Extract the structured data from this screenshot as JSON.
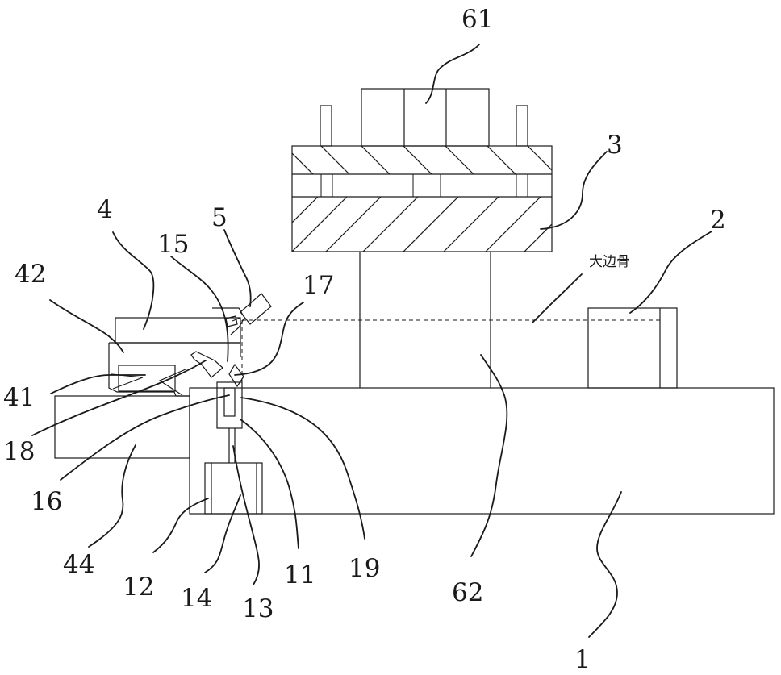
{
  "labels": {
    "l61": "61",
    "l3": "3",
    "l2": "2",
    "l4": "4",
    "l5": "5",
    "l15": "15",
    "l42": "42",
    "l17": "17",
    "l41": "41",
    "l18": "18",
    "l16": "16",
    "l44": "44",
    "l12": "12",
    "l14": "14",
    "l13": "13",
    "l11": "11",
    "l19": "19",
    "l62": "62",
    "l1": "1",
    "big_edge": "大边骨"
  }
}
